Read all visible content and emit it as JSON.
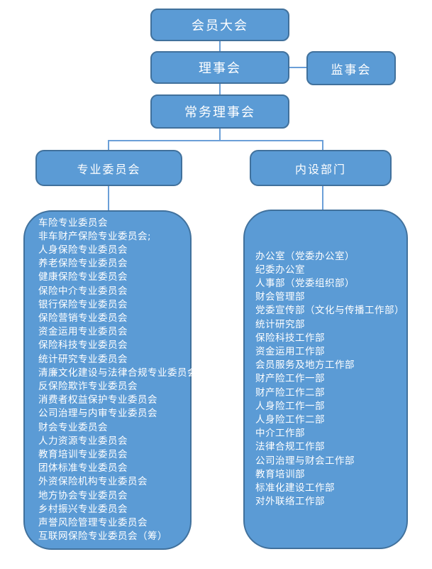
{
  "chart": {
    "type": "org-chart",
    "title": "",
    "colors": {
      "node_fill": "#5B9BD5",
      "node_border": "#41719C",
      "connector": "#6B9FD8",
      "text": "#FFFFFF",
      "background": "#FFFFFF"
    },
    "nodes": {
      "member_assembly": "会员大会",
      "board": "理事会",
      "supervisory_board": "监事会",
      "standing_board": "常务理事会",
      "committees_header": "专业委员会",
      "departments_header": "内设部门"
    },
    "committees": [
      "车险专业委员会",
      "非车财产保险专业委员会;",
      "人身保险专业委员会",
      "养老保险专业委员会",
      "健康保险专业委员会",
      "保险中介专业委员会",
      "银行保险专业委员会",
      "保险营销专业委员会",
      "资金运用专业委员会",
      "保险科技专业委员会",
      "统计研究专业委员会",
      "清廉文化建设与法律合规专业委员会",
      "反保险欺诈专业委员会",
      "消费者权益保护专业委员会",
      "公司治理与内审专业委员会",
      "财会专业委员会",
      "人力资源专业委员会",
      "教育培训专业委员会",
      "团体标准专业委员会",
      "外资保险机构专业委员会",
      "地方协会专业委员会",
      "乡村振兴专业委员会",
      "声誉风险管理专业委员会",
      "互联网保险专业委员会（筹）"
    ],
    "departments": [
      "办公室（党委办公室）",
      "纪委办公室",
      "人事部（党委组织部）",
      "财会管理部",
      "党委宣传部（文化与传播工作部）",
      "统计研究部",
      "保险科技工作部",
      "资金运用工作部",
      "会员服务及地方工作部",
      "财产险工作一部",
      "财产险工作二部",
      "人身险工作一部",
      "人身险工作二部",
      "中介工作部",
      "法律合规工作部",
      "公司治理与财会工作部",
      "教育培训部",
      "标准化建设工作部",
      "对外联络工作部"
    ]
  }
}
